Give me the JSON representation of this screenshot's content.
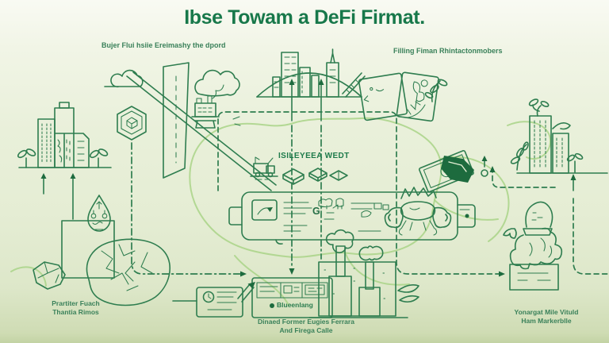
{
  "title": "Ibse Towam a DeFi Firmat.",
  "captions": {
    "top_left": "Bujer Flui hsiie Ereimashy the dpord",
    "top_right": "Filling Fiman Rhintactonmobers",
    "bottom_left_line1": "Prartiter Fuach",
    "bottom_left_line2": "Thantia Rimos",
    "bottom_center_line1": "Dinaed Former Eugies Ferrara",
    "bottom_center_line2": "And Firega Calle",
    "bottom_right_line1": "Yonargat Mile Vituld",
    "bottom_right_line2": "Ham Markerblle"
  },
  "map": {
    "label": "ISILEYEEA WEDT"
  },
  "banner": {
    "g_label": "G"
  },
  "process_box": {
    "label": "Blueenlang"
  },
  "colors": {
    "ink": "#2e7d4f",
    "ink_dark": "#1d6b3e",
    "title_green": "#17784a",
    "map_outline": "#a9d387",
    "background_top": "#f9faf3",
    "background_bottom": "#c3d3a4"
  },
  "icons": {
    "left_illustration": "office-buildings-with-plants",
    "top_left_illustration": "ramp-slab-factory-clouds",
    "node": "hexagon-cube-node",
    "top_center_illustration": "city-skyline-dome",
    "center_illustration": "region-map-truck-parcels",
    "banner_illustration": "tanker-capsule-banner",
    "right_top_illustration": "cards-leaf-doodles",
    "money_illustration": "banknote-with-stamp",
    "creature_illustration": "crab-doodle",
    "right_illustration": "green-buildings-with-leaves",
    "bottom_left_illustration": "water-drop-face-globe",
    "bottom_center_illustration": "eco-factory-flower-smoke",
    "bottom_boxes": "clock-box-and-table-box",
    "bottom_right_illustration": "statue-on-pedestal"
  }
}
